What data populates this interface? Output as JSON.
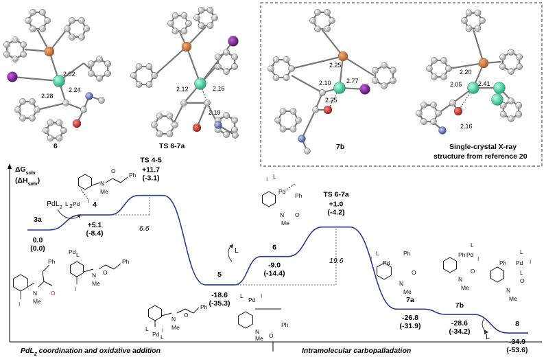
{
  "structures": {
    "s6": "6",
    "ts67a": "TS 6-7a",
    "s7b": "7b",
    "xray_line1": "Single-crystal X-ray",
    "xray_line2": "structure from reference 20"
  },
  "distances": {
    "s6": [
      "2.02",
      "2.24",
      "2.28"
    ],
    "ts": [
      "2.12",
      "2.16",
      "2.19"
    ],
    "s7b": [
      "2.25",
      "2.10",
      "2.77",
      "2.25"
    ],
    "xray": [
      "2.20",
      "2.05",
      "2.41",
      "2.16"
    ]
  },
  "y_axis": {
    "line1": "ΔG",
    "line1_sub": "solv",
    "line2": "(ΔH",
    "line2_sub": "solv",
    "line2_end": ")"
  },
  "intermediates": [
    {
      "id": "3a",
      "g": "0.0",
      "h": "(0.0)"
    },
    {
      "id": "4",
      "g": "+5.1",
      "h": "(-8.4)"
    },
    {
      "id": "TS 4-5",
      "g": "+11.7",
      "h": "(-3.1)"
    },
    {
      "id": "5",
      "g": "-18.6",
      "h": "(-35.3)"
    },
    {
      "id": "6",
      "g": "-9.0",
      "h": "(-14.4)"
    },
    {
      "id": "TS 6-7a",
      "g": "+1.0",
      "h": "(-4.2)"
    },
    {
      "id": "7a",
      "g": "-26.8",
      "h": "(-31.9)"
    },
    {
      "id": "7b",
      "g": "-28.6",
      "h": "(-34.2)"
    },
    {
      "id": "8",
      "g": "-34.9",
      "h": "(-53.6)"
    }
  ],
  "barriers": [
    "6.6",
    "19.6"
  ],
  "reagents": {
    "pdl2": "PdL",
    "pdl2_sub": "2",
    "ligand_loss1": "L",
    "ligand_loss2": "L"
  },
  "mol_text": {
    "n": "N",
    "me": "Me",
    "ph": "Ph",
    "o": "O",
    "i": "I",
    "pd": "Pd",
    "l": "L",
    "l2pd": "L",
    "l2pd_sub": "2",
    "l2pd_end": "Pd"
  },
  "sections": {
    "left": "PdL",
    "left_sub": "2",
    "left_end": " coordination and oxidative addition",
    "right": "Intramolecular carbopalladation"
  },
  "colors": {
    "profile": "#2b3a8c",
    "iodine": "#7a1f8f",
    "nitrogen": "#5a6fb0",
    "oxygen": "#c0241e",
    "phosphorus": "#d07a3a",
    "palladium": "#39d6a6",
    "carbon": "#b8b8b8"
  }
}
